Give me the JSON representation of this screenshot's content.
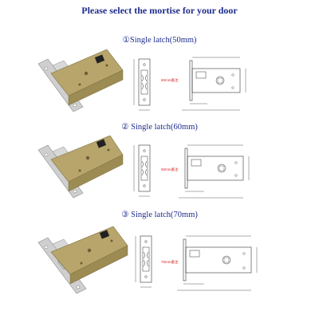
{
  "title": "Please select the mortise for your door",
  "sections": [
    {
      "heading": "①Single latch(50mm)",
      "backset_label": "50mm备注"
    },
    {
      "heading": "② Single latch(60mm)",
      "backset_label": "60mm备注"
    },
    {
      "heading": "③ Single latch(70mm)",
      "backset_label": "70mm备注"
    }
  ],
  "colors": {
    "title": "#1f2d8c",
    "steel": "#c9c9c9",
    "brass": "#b5a36a",
    "drawing_line": "#333333",
    "dimension_red": "#e02020"
  }
}
